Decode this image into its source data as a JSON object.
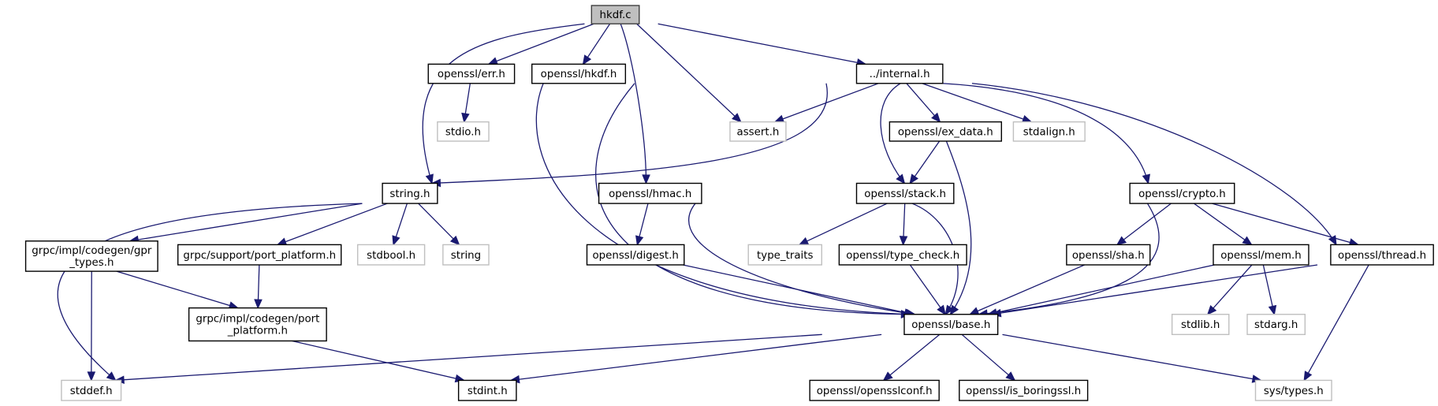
{
  "title": "hkdf.c include dependency graph",
  "colors": {
    "edge": "#191970",
    "root_fill": "#bfbfbf",
    "node_border": "#000000",
    "external_border": "#bfbfbf"
  },
  "nodes": [
    {
      "id": "hkdf_c",
      "label": "hkdf.c",
      "kind": "root"
    },
    {
      "id": "err_h",
      "label": "openssl/err.h",
      "kind": "doc"
    },
    {
      "id": "hkdf_h",
      "label": "openssl/hkdf.h",
      "kind": "doc"
    },
    {
      "id": "internal_h",
      "label": "../internal.h",
      "kind": "doc"
    },
    {
      "id": "stdio_h",
      "label": "stdio.h",
      "kind": "ext"
    },
    {
      "id": "assert_h",
      "label": "assert.h",
      "kind": "ext"
    },
    {
      "id": "ex_data_h",
      "label": "openssl/ex_data.h",
      "kind": "doc"
    },
    {
      "id": "stdalign_h",
      "label": "stdalign.h",
      "kind": "ext"
    },
    {
      "id": "string_h",
      "label": "string.h",
      "kind": "doc"
    },
    {
      "id": "hmac_h",
      "label": "openssl/hmac.h",
      "kind": "doc"
    },
    {
      "id": "stack_h",
      "label": "openssl/stack.h",
      "kind": "doc"
    },
    {
      "id": "crypto_h",
      "label": "openssl/crypto.h",
      "kind": "doc"
    },
    {
      "id": "gpr_types_h",
      "label": "grpc/impl/codegen/gpr\n_types.h",
      "kind": "doc"
    },
    {
      "id": "support_port_platform_h",
      "label": "grpc/support/port_platform.h",
      "kind": "doc"
    },
    {
      "id": "stdbool_h",
      "label": "stdbool.h",
      "kind": "ext"
    },
    {
      "id": "string",
      "label": "string",
      "kind": "ext"
    },
    {
      "id": "digest_h",
      "label": "openssl/digest.h",
      "kind": "doc"
    },
    {
      "id": "type_traits",
      "label": "type_traits",
      "kind": "ext"
    },
    {
      "id": "type_check_h",
      "label": "openssl/type_check.h",
      "kind": "doc"
    },
    {
      "id": "sha_h",
      "label": "openssl/sha.h",
      "kind": "doc"
    },
    {
      "id": "mem_h",
      "label": "openssl/mem.h",
      "kind": "doc"
    },
    {
      "id": "thread_h",
      "label": "openssl/thread.h",
      "kind": "doc"
    },
    {
      "id": "codegen_port_platform_h",
      "label": "grpc/impl/codegen/port\n_platform.h",
      "kind": "doc"
    },
    {
      "id": "base_h",
      "label": "openssl/base.h",
      "kind": "doc"
    },
    {
      "id": "stdlib_h",
      "label": "stdlib.h",
      "kind": "ext"
    },
    {
      "id": "stdarg_h",
      "label": "stdarg.h",
      "kind": "ext"
    },
    {
      "id": "stddef_h",
      "label": "stddef.h",
      "kind": "ext"
    },
    {
      "id": "stdint_h",
      "label": "stdint.h",
      "kind": "doc"
    },
    {
      "id": "opensslconf_h",
      "label": "openssl/opensslconf.h",
      "kind": "doc"
    },
    {
      "id": "is_boringssl_h",
      "label": "openssl/is_boringssl.h",
      "kind": "doc"
    },
    {
      "id": "sys_types_h",
      "label": "sys/types.h",
      "kind": "ext"
    }
  ],
  "edges": [
    [
      "hkdf_c",
      "string_h"
    ],
    [
      "hkdf_c",
      "err_h"
    ],
    [
      "hkdf_c",
      "hkdf_h"
    ],
    [
      "hkdf_c",
      "hmac_h"
    ],
    [
      "hkdf_c",
      "assert_h"
    ],
    [
      "hkdf_c",
      "internal_h"
    ],
    [
      "err_h",
      "stdio_h"
    ],
    [
      "err_h",
      "base_h"
    ],
    [
      "hkdf_h",
      "base_h"
    ],
    [
      "internal_h",
      "assert_h"
    ],
    [
      "internal_h",
      "string_h"
    ],
    [
      "internal_h",
      "stack_h"
    ],
    [
      "internal_h",
      "ex_data_h"
    ],
    [
      "internal_h",
      "stdalign_h"
    ],
    [
      "internal_h",
      "crypto_h"
    ],
    [
      "internal_h",
      "thread_h"
    ],
    [
      "ex_data_h",
      "stack_h"
    ],
    [
      "ex_data_h",
      "base_h"
    ],
    [
      "string_h",
      "stddef_h"
    ],
    [
      "string_h",
      "gpr_types_h"
    ],
    [
      "string_h",
      "support_port_platform_h"
    ],
    [
      "string_h",
      "stdbool_h"
    ],
    [
      "string_h",
      "string"
    ],
    [
      "hmac_h",
      "digest_h"
    ],
    [
      "hmac_h",
      "base_h"
    ],
    [
      "stack_h",
      "type_traits"
    ],
    [
      "stack_h",
      "type_check_h"
    ],
    [
      "stack_h",
      "base_h"
    ],
    [
      "crypto_h",
      "sha_h"
    ],
    [
      "crypto_h",
      "base_h"
    ],
    [
      "crypto_h",
      "mem_h"
    ],
    [
      "crypto_h",
      "thread_h"
    ],
    [
      "gpr_types_h",
      "stddef_h"
    ],
    [
      "gpr_types_h",
      "codegen_port_platform_h"
    ],
    [
      "support_port_platform_h",
      "codegen_port_platform_h"
    ],
    [
      "digest_h",
      "base_h"
    ],
    [
      "type_check_h",
      "base_h"
    ],
    [
      "sha_h",
      "base_h"
    ],
    [
      "mem_h",
      "base_h"
    ],
    [
      "mem_h",
      "stdlib_h"
    ],
    [
      "mem_h",
      "stdarg_h"
    ],
    [
      "thread_h",
      "base_h"
    ],
    [
      "thread_h",
      "sys_types_h"
    ],
    [
      "codegen_port_platform_h",
      "stdint_h"
    ],
    [
      "base_h",
      "stddef_h"
    ],
    [
      "base_h",
      "stdint_h"
    ],
    [
      "base_h",
      "opensslconf_h"
    ],
    [
      "base_h",
      "is_boringssl_h"
    ],
    [
      "base_h",
      "sys_types_h"
    ]
  ]
}
